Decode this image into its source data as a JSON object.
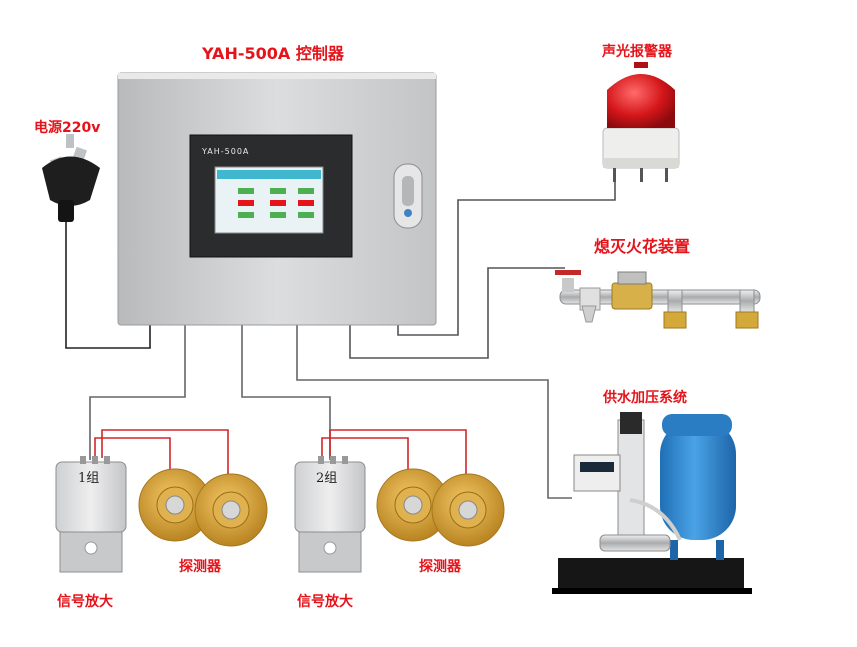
{
  "labels": {
    "controller": "YAH-500A 控制器",
    "power": "电源220v",
    "alarm": "声光报警器",
    "extinguish": "熄灭火花装置",
    "water_system": "供水加压系统",
    "amplifier_1": "信号放大",
    "amplifier_2": "信号放大",
    "detector_1": "探测器",
    "detector_2": "探测器"
  },
  "device": {
    "screen_brand": "YAH-500A",
    "group_1": "1组",
    "group_2": "2组"
  },
  "colors": {
    "label": "#e5141b",
    "wire_dark": "#222222",
    "wire_gray": "#666666",
    "wire_red": "#d0272a",
    "cabinet": "#cfd0d2",
    "tank": "#2d87cf",
    "detector": "#d9a63a",
    "screen": "#3fb8cf"
  }
}
